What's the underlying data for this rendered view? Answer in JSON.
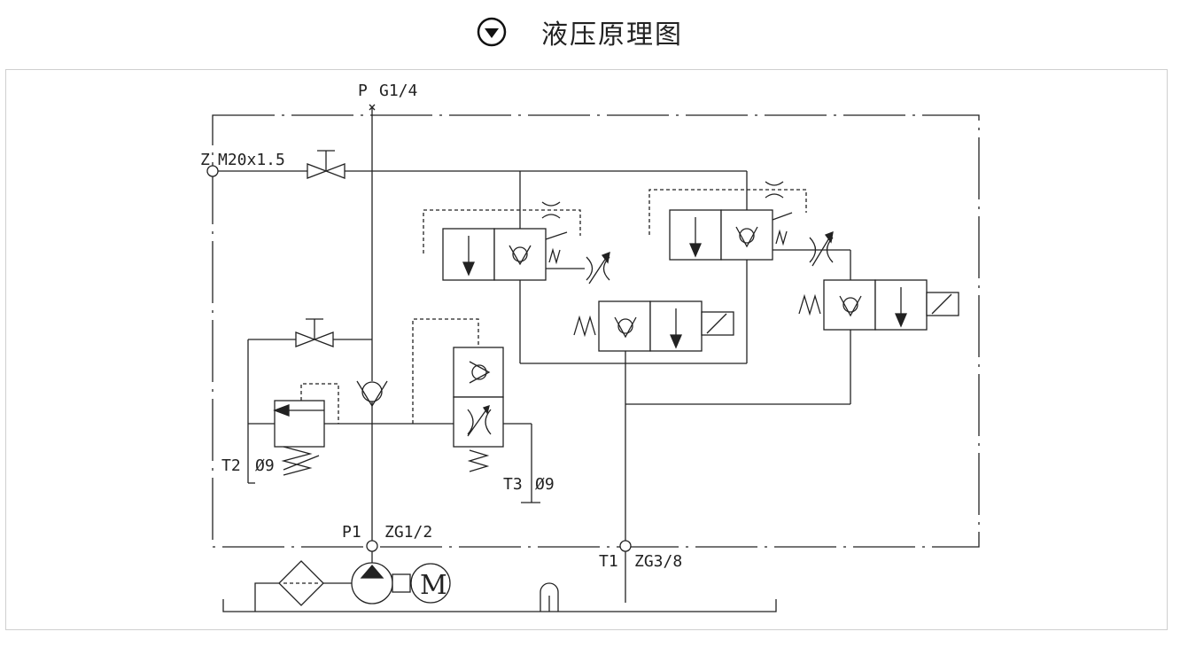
{
  "header": {
    "title": "液压原理图",
    "icon": "chevron-down-circle-icon"
  },
  "diagram": {
    "ports": {
      "p": "P",
      "p_size": "G1/4",
      "z": "Z",
      "z_size": "M20x1.5",
      "p1": "P1",
      "p1_size": "ZG1/2",
      "t1": "T1",
      "t1_size": "ZG3/8",
      "t2": "T2",
      "t2_size": "Ø9",
      "t3": "T3",
      "t3_size": "Ø9"
    },
    "motor_label": "M"
  },
  "colors": {
    "line": "#222222",
    "border": "#cfcfcf"
  }
}
